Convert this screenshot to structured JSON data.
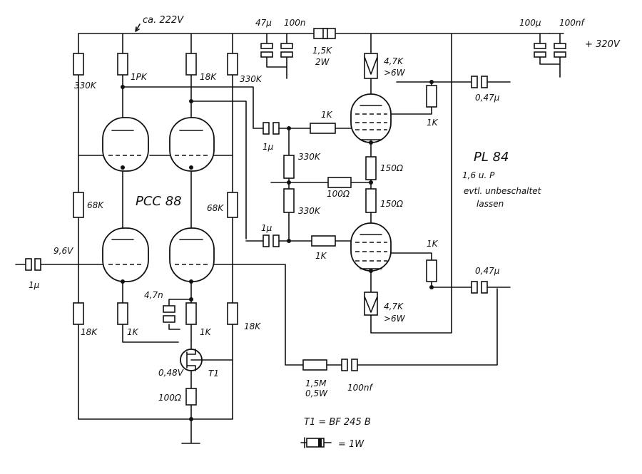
{
  "labels": {
    "supply_approx": "ca. 222V",
    "cap_47u": "47µ",
    "cap_100n_top": "100n",
    "r_1k5": "1,5K",
    "r_1k5_w": "2W",
    "cap_100u": "100µ",
    "cap_100nf_top": "100nf",
    "supply_320": "+ 320V",
    "r330k_left": "330K",
    "r1k_anode": "1PK",
    "r18k_anode": "18K",
    "r330k_right": "330K",
    "r4k7_top": "4,7K",
    "r4k7_top_w": ">6W",
    "cap_047_top": "0,47µ",
    "r1k_g2_top": "1K",
    "r1k_grid_top": "1K",
    "cap_1u_top": "1µ",
    "r330k_mid_top": "330K",
    "r150_top": "150Ω",
    "r100": "100Ω",
    "r150_bot": "150Ω",
    "r330k_mid_bot": "330K",
    "cap_1u_bot": "1µ",
    "r1k_grid_bot": "1K",
    "r1k_g2_bot": "1K",
    "cap_047_bot": "0,47µ",
    "r4k7_bot": "4,7K",
    "r4k7_bot_w": ">6W",
    "tube_pl": "PL 84",
    "note1": "1,6 u. P",
    "note2": "evtl. unbeschaltet",
    "note3": "lassen",
    "tube_pcc": "PCC 88",
    "r68k_left": "68K",
    "r68k_right": "68K",
    "v_in": "9,6V",
    "cap_in": "1µ",
    "r18k_left": "18K",
    "r1k_k1": "1K",
    "cap_4n7": "4,7n",
    "r1k_k2": "1K",
    "r18k_right": "18K",
    "v_src": "0,48V",
    "t1_label": "T1",
    "r100_src": "100Ω",
    "r1m5": "1,5M",
    "r1m5_w": "0,5W",
    "cap_fb": "100nf",
    "legend_t1": "T1 = BF 245 B",
    "legend_res": "= 1W"
  }
}
